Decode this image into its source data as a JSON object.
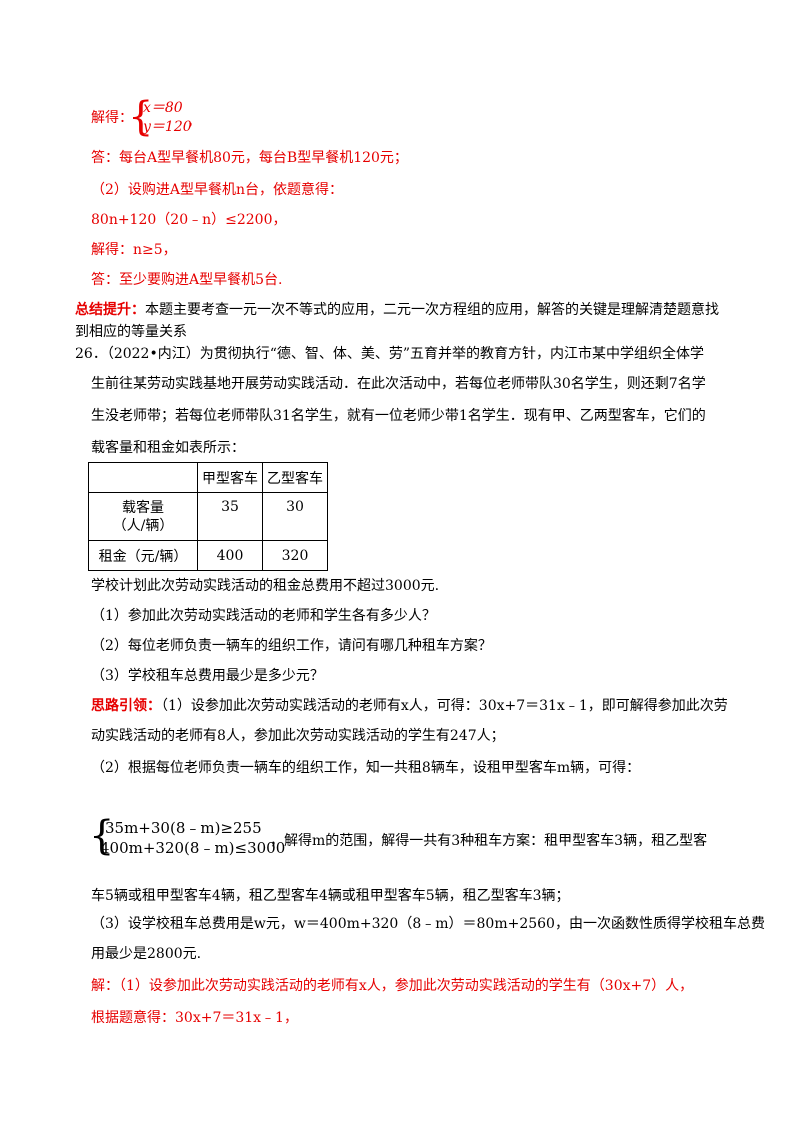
{
  "solution1": {
    "label": "解得：",
    "eq1": "x＝80",
    "eq2": "y＝120",
    "comma": "，",
    "answer": "答：每台A型早餐机80元，每台B型早餐机120元；",
    "part2_setup": "（2）设购进A型早餐机n台，依题意得：",
    "part2_ineq": "80n+120（20﹣n）≤2200，",
    "part2_solve": "解得：n≥5，",
    "part2_answer": "答：至少要购进A型早餐机5台."
  },
  "summary": {
    "label": "总结提升：",
    "text1": "本题主要考查一元一次不等式的应用，二元一次方程组的应用，解答的关键是理解清楚题意找",
    "text2": "到相应的等量关系"
  },
  "problem26": {
    "line1": "26．（2022•内江）为贯彻执行“德、智、体、美、劳”五育并举的教育方针，内江市某中学组织全体学",
    "line2": "生前往某劳动实践基地开展劳动实践活动．在此次活动中，若每位老师带队30名学生，则还剩7名学",
    "line3": "生没老师带；若每位老师带队31名学生，就有一位老师少带1名学生．现有甲、乙两型客车，它们的",
    "line4": "载客量和租金如表所示：",
    "table": {
      "headers": [
        "",
        "甲型客车",
        "乙型客车"
      ],
      "rows": [
        {
          "label1": "载客量",
          "label2": "（人/辆）",
          "a": "35",
          "b": "30"
        },
        {
          "label1": "租金（元/辆）",
          "a": "400",
          "b": "320"
        }
      ]
    },
    "after_table": "学校计划此次劳动实践活动的租金总费用不超过3000元.",
    "q1": "（1）参加此次劳动实践活动的老师和学生各有多少人？",
    "q2": "（2）每位老师负责一辆车的组织工作，请问有哪几种租车方案？",
    "q3": "（3）学校租车总费用最少是多少元？"
  },
  "hint": {
    "label": "思路引领：",
    "l1": "（1）设参加此次劳动实践活动的老师有x人，可得：30x+7＝31x﹣1，即可解得参加此次劳",
    "l2": "动实践活动的老师有8人，参加此次劳动实践活动的学生有247人；",
    "l3": "（2）根据每位老师负责一辆车的组织工作，知一共租8辆车，设租甲型客车m辆，可得：",
    "sys1": "35m+30(8﹣m)≥255",
    "sys2": "400m+320(8﹣m)≤3000",
    "sys_after": "，解得m的范围，解得一共有3种租车方案：租甲型客车3辆，租乙型客",
    "l4": "车5辆或租甲型客车4辆，租乙型客车4辆或租甲型客车5辆，租乙型客车3辆；",
    "l5": "（3）设学校租车总费用是w元，w＝400m+320（8﹣m）＝80m+2560，由一次函数性质得学校租车总费",
    "l6": "用最少是2800元."
  },
  "solution26": {
    "l1": "解：（1）设参加此次劳动实践活动的老师有x人，参加此次劳动实践活动的学生有（30x+7）人，",
    "l2": "根据题意得：30x+7＝31x﹣1，"
  }
}
